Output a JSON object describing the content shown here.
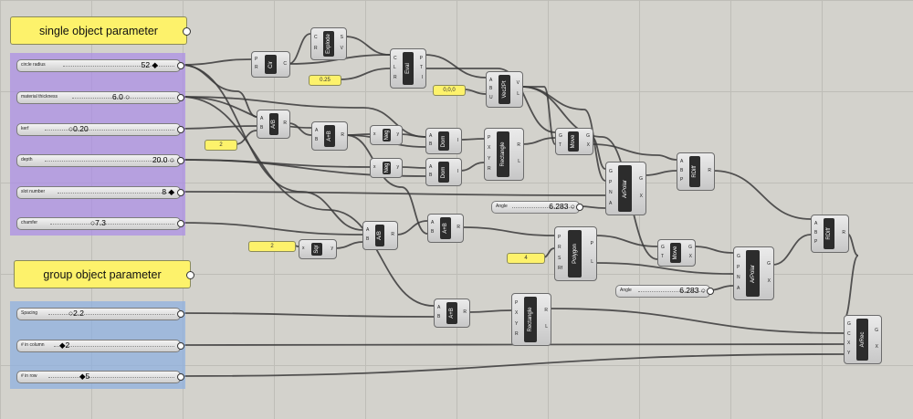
{
  "groups": {
    "single_title": "single object parameter",
    "group_title": "group object parameter"
  },
  "sliders": [
    {
      "key": "circle_radius",
      "label": "circle radius",
      "value": "52 ◆"
    },
    {
      "key": "material_thickness",
      "label": "material thickness",
      "value": "6.0 ○"
    },
    {
      "key": "kerf",
      "label": "kerf",
      "value": "○0.20"
    },
    {
      "key": "depth",
      "label": "depth",
      "value": "20.0 ○"
    },
    {
      "key": "slot_number",
      "label": "slot number",
      "value": "8 ◆"
    },
    {
      "key": "chamfer",
      "label": "chamfer",
      "value": "○7.3"
    },
    {
      "key": "spacing",
      "label": "Spacing",
      "value": "○2.2"
    },
    {
      "key": "in_column",
      "label": "# in column",
      "value": "◆2"
    },
    {
      "key": "in_row",
      "label": "# in row",
      "value": "◆5"
    },
    {
      "key": "angle1",
      "label": "Angle",
      "value": "6.283 ○"
    },
    {
      "key": "angle2",
      "label": "Angle",
      "value": "6.283 ○"
    }
  ],
  "panels": {
    "p025": "0.25",
    "p000": "0,0,0",
    "p2a": "2",
    "p2b": "2",
    "p4": "4"
  },
  "components": [
    {
      "key": "cir",
      "name": "Cir",
      "inputs": [
        "P",
        "R"
      ],
      "outputs": [
        "C"
      ]
    },
    {
      "key": "explode",
      "name": "Explode",
      "inputs": [
        "C",
        "R"
      ],
      "outputs": [
        "S",
        "V"
      ]
    },
    {
      "key": "eval",
      "name": "Eval",
      "inputs": [
        "C",
        "L",
        "R"
      ],
      "outputs": [
        "P",
        "T",
        "I"
      ]
    },
    {
      "key": "vec2pt",
      "name": "Vec2Pt",
      "inputs": [
        "A",
        "B",
        "U"
      ],
      "outputs": [
        "V",
        "L"
      ]
    },
    {
      "key": "div1",
      "name": "A/B",
      "inputs": [
        "A",
        "B"
      ],
      "outputs": [
        "R"
      ]
    },
    {
      "key": "add1",
      "name": "A+B",
      "inputs": [
        "A",
        "B"
      ],
      "outputs": [
        "R"
      ]
    },
    {
      "key": "neg1",
      "name": "Neg",
      "inputs": [
        "x"
      ],
      "outputs": [
        "y"
      ]
    },
    {
      "key": "dom1",
      "name": "Dom",
      "inputs": [
        "A",
        "B"
      ],
      "outputs": [
        "I"
      ]
    },
    {
      "key": "neg2",
      "name": "Neg",
      "inputs": [
        "x"
      ],
      "outputs": [
        "y"
      ]
    },
    {
      "key": "dom2",
      "name": "Dom",
      "inputs": [
        "A",
        "B"
      ],
      "outputs": [
        "I"
      ]
    },
    {
      "key": "rect1",
      "name": "Rectangle",
      "inputs": [
        "P",
        "X",
        "Y",
        "R"
      ],
      "outputs": [
        "R",
        "L"
      ]
    },
    {
      "key": "move1",
      "name": "Move",
      "inputs": [
        "G",
        "T"
      ],
      "outputs": [
        "G",
        "X"
      ]
    },
    {
      "key": "arpolar1",
      "name": "ArPolar",
      "inputs": [
        "G",
        "P",
        "N",
        "A"
      ],
      "outputs": [
        "G",
        "X"
      ]
    },
    {
      "key": "rdiff1",
      "name": "RDiff",
      "inputs": [
        "A",
        "B",
        "P"
      ],
      "outputs": [
        "R"
      ]
    },
    {
      "key": "sqr",
      "name": "Sqr",
      "inputs": [
        "x"
      ],
      "outputs": [
        "y"
      ]
    },
    {
      "key": "div2",
      "name": "A/B",
      "inputs": [
        "A",
        "B"
      ],
      "outputs": [
        "R"
      ]
    },
    {
      "key": "add2",
      "name": "A+B",
      "inputs": [
        "A",
        "B"
      ],
      "outputs": [
        "R"
      ]
    },
    {
      "key": "polygon",
      "name": "Polygon",
      "inputs": [
        "P",
        "R",
        "S",
        "Rf"
      ],
      "outputs": [
        "P",
        "L"
      ]
    },
    {
      "key": "move2",
      "name": "Move",
      "inputs": [
        "G",
        "T"
      ],
      "outputs": [
        "G",
        "X"
      ]
    },
    {
      "key": "arpolar2",
      "name": "ArPolar",
      "inputs": [
        "G",
        "P",
        "N",
        "A"
      ],
      "outputs": [
        "G",
        "X"
      ]
    },
    {
      "key": "rdiff2",
      "name": "RDiff",
      "inputs": [
        "A",
        "B",
        "P"
      ],
      "outputs": [
        "R"
      ]
    },
    {
      "key": "add3",
      "name": "A+B",
      "inputs": [
        "A",
        "B"
      ],
      "outputs": [
        "R"
      ]
    },
    {
      "key": "rect2",
      "name": "Rectangle",
      "inputs": [
        "P",
        "X",
        "Y",
        "R"
      ],
      "outputs": [
        "R",
        "L"
      ]
    },
    {
      "key": "arrec",
      "name": "ArRec",
      "inputs": [
        "G",
        "C",
        "X",
        "Y"
      ],
      "outputs": [
        "G",
        "X"
      ]
    }
  ]
}
